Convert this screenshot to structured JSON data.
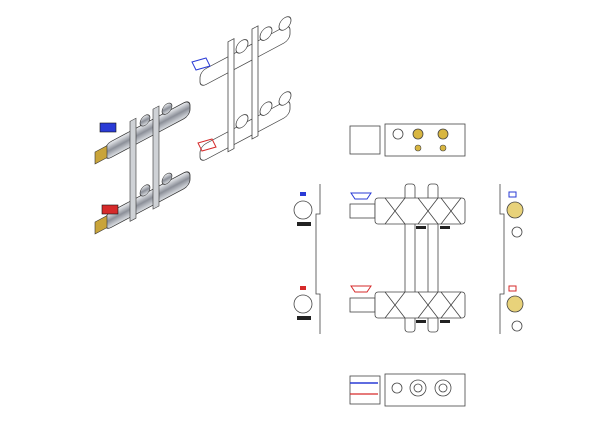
{
  "colors": {
    "supply_valve": "#2a3bd6",
    "return_valve": "#d62a2a",
    "metal": "#b8bcc4",
    "brass": "#d8b640",
    "line": "#444444"
  },
  "views": [
    "iso-rendered",
    "iso-wireframe",
    "top",
    "front",
    "left",
    "right",
    "bottom"
  ]
}
